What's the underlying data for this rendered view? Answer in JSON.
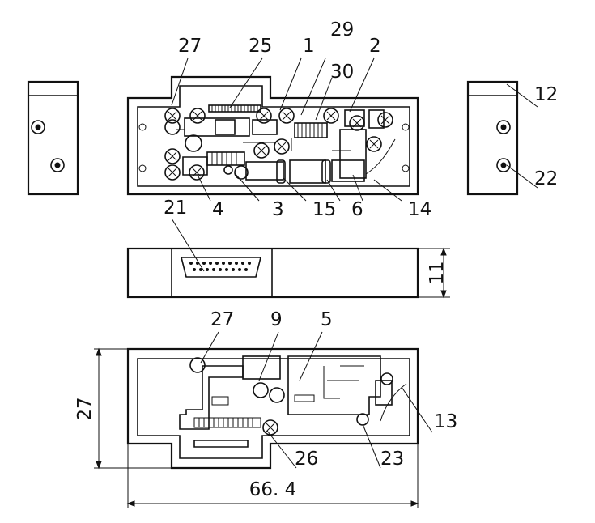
{
  "diagram": {
    "callouts": {
      "c27a": "27",
      "c25": "25",
      "c1": "1",
      "c29": "29",
      "c2": "2",
      "c30": "30",
      "c12": "12",
      "c22": "22",
      "c21": "21",
      "c4": "4",
      "c3": "3",
      "c15": "15",
      "c6": "6",
      "c14": "14",
      "c27b": "27",
      "c9": "9",
      "c5": "5",
      "c13": "13",
      "c26": "26",
      "c23": "23"
    },
    "dimensions": {
      "height": "11",
      "depth": "27",
      "width": "66. 4"
    }
  }
}
